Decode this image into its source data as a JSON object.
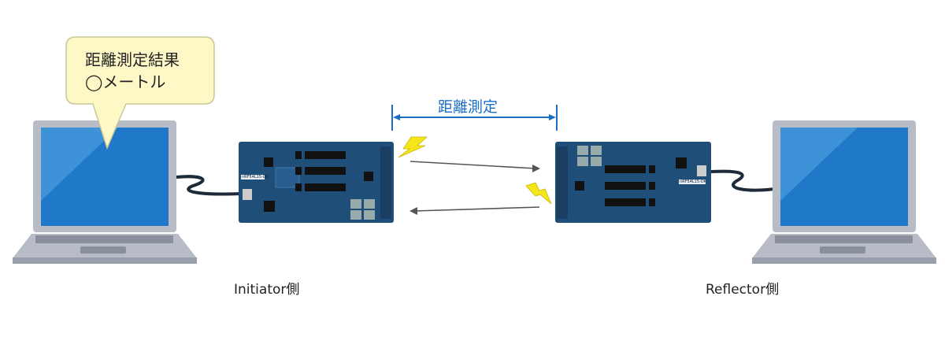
{
  "bubble": {
    "line1": "距離測定結果",
    "line2": "◯メートル"
  },
  "measurement_label": "距離測定",
  "initiator_label": "Initiator側",
  "reflector_label": "Reflector側",
  "boards": {
    "left_name": "nRF54L15-DK",
    "right_name": "nRF54L15-DK"
  },
  "colors": {
    "accent": "#1a6fc4",
    "board": "#1f4e79",
    "screen": "#1f78c8",
    "bubble": "#fdf8c6",
    "bolt": "#f5e61a"
  }
}
